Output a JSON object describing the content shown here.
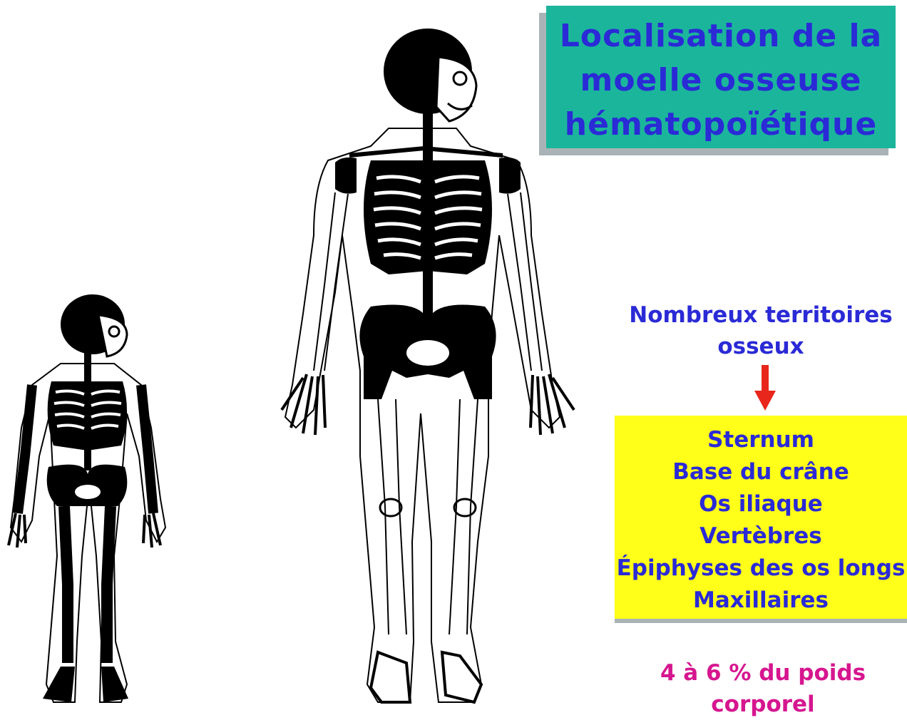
{
  "title": {
    "lines": [
      "Localisation de la",
      "moelle osseuse",
      "hématopoïétique"
    ]
  },
  "note": {
    "lines": [
      "Nombreux territoires",
      "osseux"
    ]
  },
  "sites": {
    "items": [
      "Sternum",
      "Base du crâne",
      "Os iliaque",
      "Vertèbres",
      "Épiphyses des os longs",
      "Maxillaires"
    ]
  },
  "footer": {
    "lines": [
      "4 à 6 % du poids",
      "corporel"
    ]
  },
  "colors": {
    "title_bg": "#1bb59c",
    "title_text": "#2a2ad6",
    "list_bg": "#ffff1a",
    "arrow": "#e8261c",
    "footer_text": "#d6168f",
    "marrow": "#000000"
  },
  "icons": {
    "child": "child-skeleton-icon",
    "adult": "adult-skeleton-icon",
    "arrow": "arrow-down-icon"
  }
}
